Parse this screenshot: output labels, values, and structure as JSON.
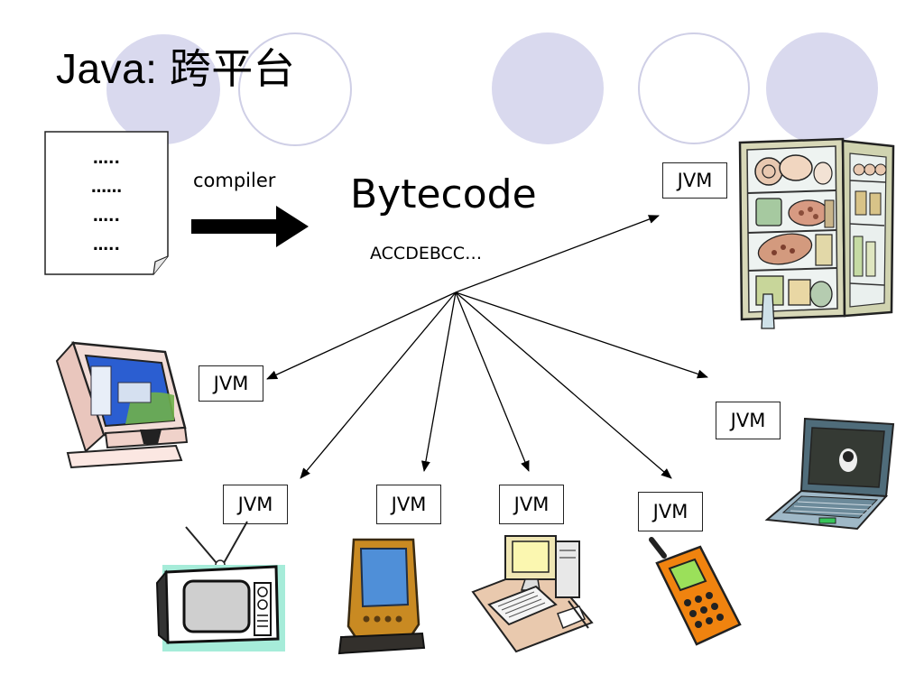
{
  "slide": {
    "title": "Java: 跨平台",
    "source_code_lines": [
      "…..",
      "……",
      "…..",
      "….."
    ],
    "compiler_label": "compiler",
    "bytecode_title": "Bytecode",
    "bytecode_sample": "ACCDEBCC…",
    "jvm_label": "JVM"
  },
  "targets": [
    {
      "device": "refrigerator",
      "icon": "refrigerator-icon",
      "label": "JVM"
    },
    {
      "device": "desktop-monitor",
      "icon": "desktop-monitor-icon",
      "label": "JVM"
    },
    {
      "device": "television",
      "icon": "television-icon",
      "label": "JVM"
    },
    {
      "device": "pda",
      "icon": "pda-icon",
      "label": "JVM"
    },
    {
      "device": "desktop-pc",
      "icon": "desktop-pc-icon",
      "label": "JVM"
    },
    {
      "device": "mobile-phone",
      "icon": "mobile-phone-icon",
      "label": "JVM"
    },
    {
      "device": "laptop",
      "icon": "laptop-icon",
      "label": "JVM"
    }
  ],
  "colors": {
    "decor_circle": "#d9d9ee",
    "decor_ring": "#cfcfe6",
    "arrow": "#000000"
  }
}
